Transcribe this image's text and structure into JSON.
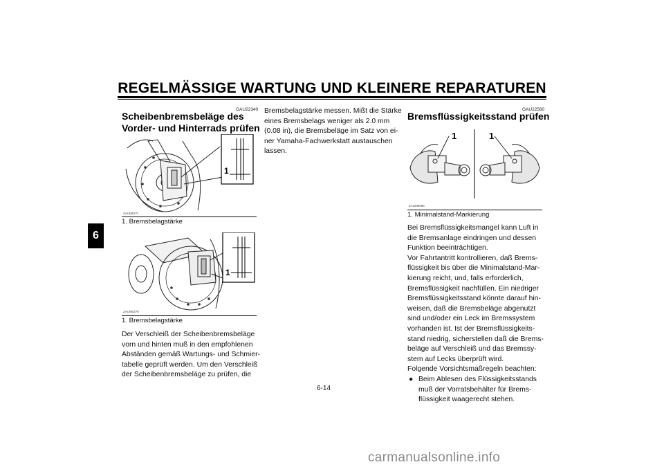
{
  "header": {
    "title": "REGELMÄSSIGE WARTUNG UND KLEINERE REPARATUREN"
  },
  "chapter_tab": "6",
  "left_column": {
    "code": "GAU22340",
    "heading_line1": "Scheibenbremsbeläge des",
    "heading_line2": "Vorder- und Hinterrads prüfen",
    "figure1": {
      "id": "ZAUM0271",
      "callout": "1",
      "caption": "1.  Bremsbelagstärke"
    },
    "figure2": {
      "id": "ZAUM0278",
      "callout": "1",
      "caption": "1.  Bremsbelagstärke"
    },
    "body_lines": [
      "Der Verschleiß der Scheibenbremsbeläge",
      "vorn und hinten muß in den empfohlenen",
      "Abständen gemäß Wartungs- und Schmier-",
      "tabelle geprüft werden. Um den Verschleiß",
      "der Scheibenbremsbeläge zu prüfen, die"
    ]
  },
  "middle_column": {
    "body_lines": [
      "Bremsbelagstärke messen. Mißt die Stärke",
      "eines Bremsbelags weniger als 2.0 mm",
      "(0.08 in), die Bremsbeläge im Satz von ei-",
      "ner Yamaha-Fachwerkstatt austauschen",
      "lassen."
    ]
  },
  "right_column": {
    "code": "GAU22580",
    "heading": "Bremsflüssigkeitsstand prüfen",
    "figure": {
      "id": "ZAUM0086",
      "callout_left": "1",
      "callout_right": "1",
      "caption": "1.  Minimalstand-Markierung"
    },
    "body_lines": [
      "Bei Bremsflüssigkeitsmangel kann Luft in",
      "die Bremsanlage eindringen und dessen",
      "Funktion beeinträchtigen.",
      "Vor Fahrtantritt kontrollieren, daß Brems-",
      "flüssigkeit bis über die Minimalstand-Mar-",
      "kierung reicht, und, falls erforderlich,",
      "Bremsflüssigkeit nachfüllen. Ein niedriger",
      "Bremsflüssigkeitsstand könnte darauf hin-",
      "weisen, daß die Bremsbeläge abgenutzt",
      "sind und/oder ein Leck im Bremssystem",
      "vorhanden ist. Ist der Bremsflüssigkeits-",
      "stand niedrig, sicherstellen daß die Brems-",
      "beläge auf Verschleiß und das Bremssy-",
      "stem auf Lecks überprüft wird.",
      "Folgende Vorsichtsmaßregeln beachten:"
    ],
    "bullet_symbol": "●",
    "bullet_lines": [
      "Beim Ablesen des Flüssigkeitsstands",
      "muß der Vorratsbehälter für Brems-",
      "flüssigkeit waagerecht stehen."
    ]
  },
  "footer": {
    "page_number": "6-14",
    "watermark": "carmanualsonline.info"
  }
}
